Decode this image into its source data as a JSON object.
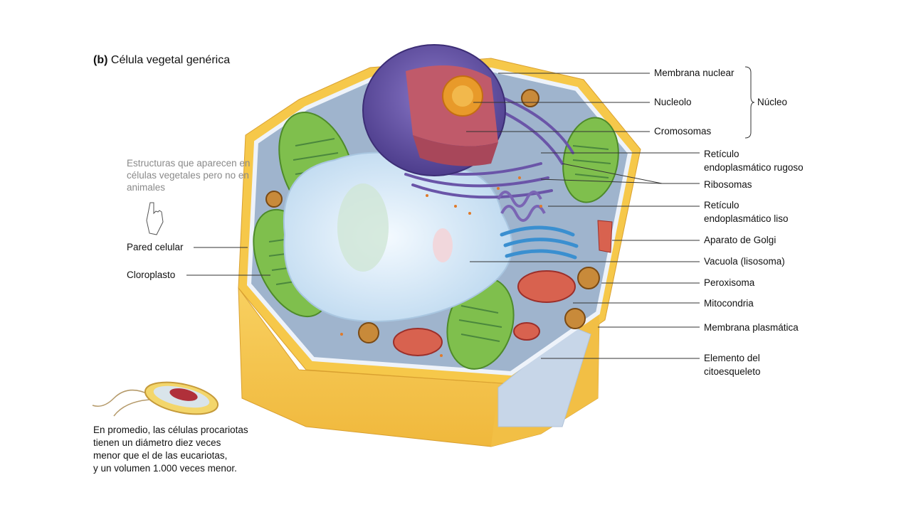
{
  "title": {
    "letter": "(b)",
    "text": "Célula vegetal genérica"
  },
  "left_labels": {
    "plant_only": "Estructuras que aparecen en células vegetales pero no en animales",
    "cell_wall": "Pared celular",
    "chloroplast": "Cloroplasto"
  },
  "right_labels": {
    "nuclear_membrane": "Membrana nuclear",
    "nucleolus": "Nucleolo",
    "chromosomes": "Cromosomas",
    "nucleus_group": "Núcleo",
    "rough_er_1": "Retículo",
    "rough_er_2": "endoplasmático rugoso",
    "ribosomes": "Ribosomas",
    "smooth_er_1": "Retículo",
    "smooth_er_2": "endoplasmático liso",
    "golgi": "Aparato de Golgi",
    "vacuole": "Vacuola (lisosoma)",
    "peroxisome": "Peroxisoma",
    "mitochondrion": "Mitocondria",
    "plasma_membrane": "Membrana plasmática",
    "cytoskeleton_1": "Elemento del",
    "cytoskeleton_2": "citoesqueleto"
  },
  "caption": {
    "line1": "En promedio, las células procariotas",
    "line2": "tienen un diámetro diez veces",
    "line3": "menor que el de las eucariotas,",
    "line4": "y un volumen 1.000 veces menor."
  },
  "colors": {
    "cell_wall": "#f6c84a",
    "cell_wall_dark": "#e8a92c",
    "cytoplasm": "#8fa6c2",
    "vacuole": "#dcecf8",
    "chloroplast": "#7fbf4d",
    "nucleus": "#6a55a8",
    "chromatin": "#c05a6a",
    "nucleolus": "#e89a2a",
    "golgi": "#3a8fd0",
    "mitochondrion": "#c84a4a"
  }
}
